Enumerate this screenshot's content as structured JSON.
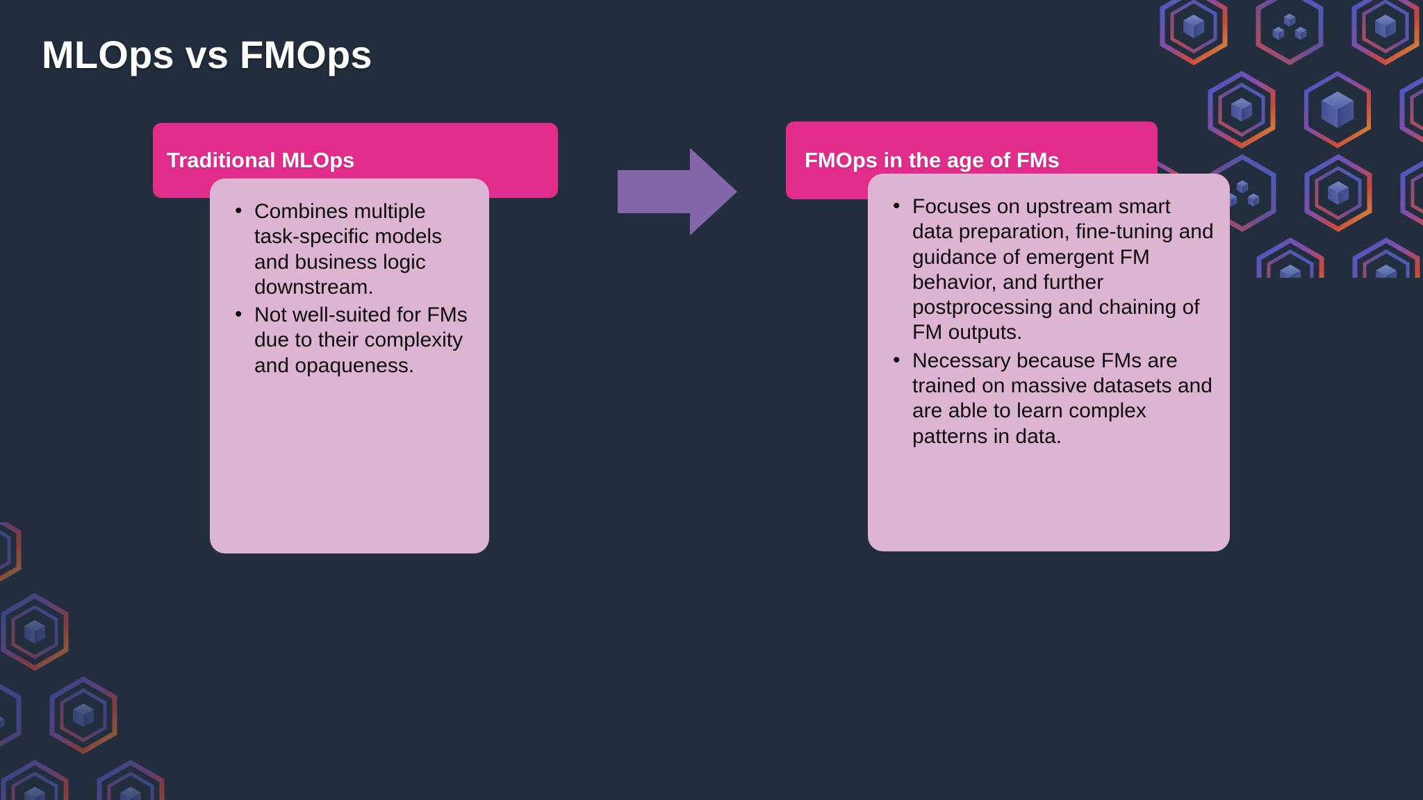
{
  "slide": {
    "title": "MLOps vs FMOps",
    "background_color": "#222d3d",
    "accent_pink": "#e22d8d",
    "body_pink": "#ddb4d1",
    "arrow_color": "#8466ab",
    "title_color": "#ffffff"
  },
  "panels": [
    {
      "id": "traditional-mlops",
      "header": "Traditional MLOps",
      "bullets": [
        "Combines multiple task-specific models and business logic downstream.",
        "Not well-suited for FMs due to their complexity and opaqueness."
      ]
    },
    {
      "id": "fmops-age-of-fms",
      "header": "FMOps in the age of FMs",
      "bullets": [
        "Focuses on upstream smart data preparation, fine-tuning and guidance of emergent FM behavior, and further postprocessing and chaining of FM outputs.",
        "Necessary because FMs are trained on massive datasets and are able to learn complex patterns in data."
      ]
    }
  ],
  "arrow": {
    "name": "right-arrow",
    "direction": "right"
  },
  "decorations": [
    {
      "name": "hexagon-cube-pattern-top-right"
    },
    {
      "name": "hexagon-cube-pattern-bottom-left"
    }
  ]
}
